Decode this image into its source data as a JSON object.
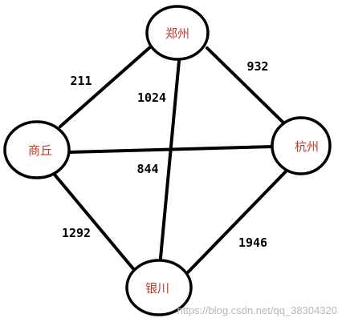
{
  "graph": {
    "nodes": [
      {
        "id": "zhengzhou",
        "label": "郑州"
      },
      {
        "id": "shangqiu",
        "label": "商丘"
      },
      {
        "id": "hangzhou",
        "label": "杭州"
      },
      {
        "id": "yinchuan",
        "label": "银川"
      }
    ],
    "edges": [
      {
        "from": "shangqiu",
        "to": "zhengzhou",
        "weight": "211"
      },
      {
        "from": "zhengzhou",
        "to": "hangzhou",
        "weight": "932"
      },
      {
        "from": "zhengzhou",
        "to": "yinchuan",
        "weight": "1024"
      },
      {
        "from": "shangqiu",
        "to": "hangzhou",
        "weight": "844"
      },
      {
        "from": "shangqiu",
        "to": "yinchuan",
        "weight": "1292"
      },
      {
        "from": "hangzhou",
        "to": "yinchuan",
        "weight": "1946"
      }
    ],
    "colors": {
      "edge": "#000000",
      "node_label": "#c0392b"
    }
  },
  "watermark": "https://blog.csdn.net/qq_38304320"
}
